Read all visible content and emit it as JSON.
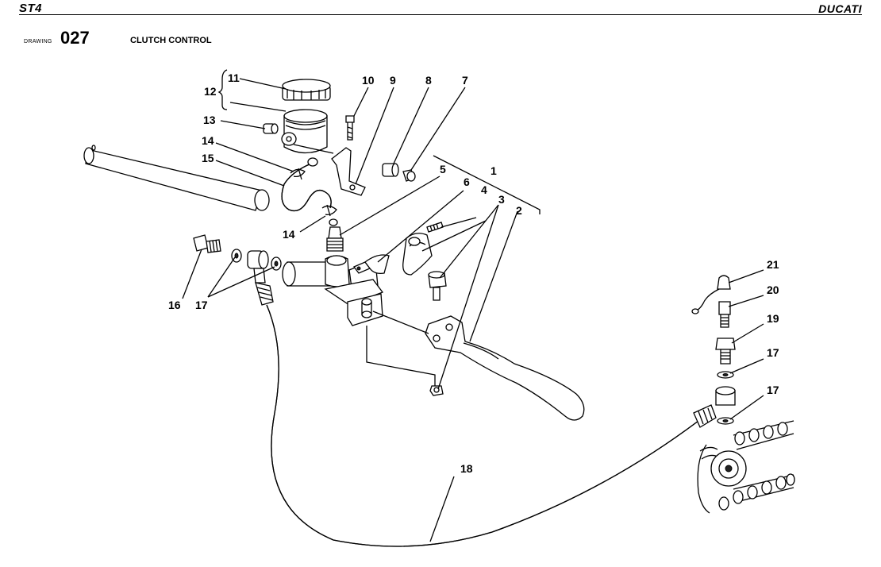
{
  "header": {
    "model": "ST4",
    "brand": "DUCATI"
  },
  "drawing": {
    "label": "DRAWING",
    "number": "027",
    "title": "CLUTCH CONTROL"
  },
  "callouts": [
    "1",
    "2",
    "3",
    "4",
    "5",
    "6",
    "7",
    "8",
    "9",
    "10",
    "11",
    "12",
    "13",
    "14",
    "14",
    "15",
    "16",
    "17",
    "17",
    "17",
    "18",
    "19",
    "20",
    "21"
  ]
}
